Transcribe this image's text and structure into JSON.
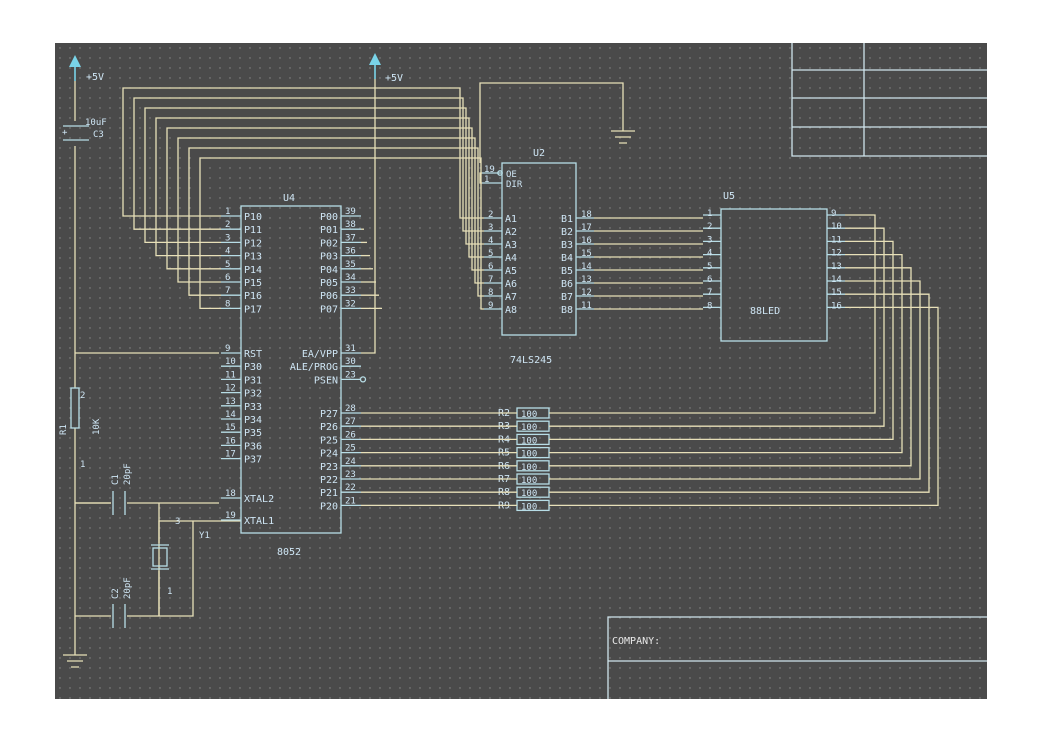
{
  "power": {
    "vcc_left": "+5V",
    "vcc_right": "+5V"
  },
  "c3": {
    "ref": "C3",
    "value": "10uF",
    "plus": "+"
  },
  "r1": {
    "ref": "R1",
    "value": "10K",
    "pin_top": "2",
    "pin_bottom": "1"
  },
  "c1": {
    "ref": "C1",
    "value": "20pF"
  },
  "c2": {
    "ref": "C2",
    "value": "20pF"
  },
  "y1": {
    "ref": "Y1",
    "pin_top": "3",
    "pin_bottom": "1"
  },
  "u4": {
    "ref": "U4",
    "part": "8052",
    "p1": [
      {
        "num": "1",
        "name": "P10"
      },
      {
        "num": "2",
        "name": "P11"
      },
      {
        "num": "3",
        "name": "P12"
      },
      {
        "num": "4",
        "name": "P13"
      },
      {
        "num": "5",
        "name": "P14"
      },
      {
        "num": "6",
        "name": "P15"
      },
      {
        "num": "7",
        "name": "P16"
      },
      {
        "num": "8",
        "name": "P17"
      }
    ],
    "p3": [
      {
        "num": "9",
        "name": "RST"
      },
      {
        "num": "10",
        "name": "P30"
      },
      {
        "num": "11",
        "name": "P31"
      },
      {
        "num": "12",
        "name": "P32"
      },
      {
        "num": "13",
        "name": "P33"
      },
      {
        "num": "14",
        "name": "P34"
      },
      {
        "num": "15",
        "name": "P35"
      },
      {
        "num": "16",
        "name": "P36"
      },
      {
        "num": "17",
        "name": "P37"
      }
    ],
    "xtal": [
      {
        "num": "18",
        "name": "XTAL2"
      },
      {
        "num": "19",
        "name": "XTAL1"
      }
    ],
    "p0": [
      {
        "num": "39",
        "name": "P00"
      },
      {
        "num": "38",
        "name": "P01"
      },
      {
        "num": "37",
        "name": "P02"
      },
      {
        "num": "36",
        "name": "P03"
      },
      {
        "num": "35",
        "name": "P04"
      },
      {
        "num": "34",
        "name": "P05"
      },
      {
        "num": "33",
        "name": "P06"
      },
      {
        "num": "32",
        "name": "P07"
      }
    ],
    "ctrl": [
      {
        "num": "31",
        "name": "EA/VPP"
      },
      {
        "num": "30",
        "name": "ALE/PROG"
      },
      {
        "num": "23",
        "name": "PSEN"
      }
    ],
    "p2": [
      {
        "num": "28",
        "name": "P27"
      },
      {
        "num": "27",
        "name": "P26"
      },
      {
        "num": "26",
        "name": "P25"
      },
      {
        "num": "25",
        "name": "P24"
      },
      {
        "num": "24",
        "name": "P23"
      },
      {
        "num": "23",
        "name": "P22"
      },
      {
        "num": "22",
        "name": "P21"
      },
      {
        "num": "21",
        "name": "P20"
      }
    ]
  },
  "u2": {
    "ref": "U2",
    "part": "74LS245",
    "ctrl": [
      {
        "num": "19",
        "name": "OE"
      },
      {
        "num": "1",
        "name": "DIR"
      }
    ],
    "a": [
      {
        "num": "2",
        "name": "A1"
      },
      {
        "num": "3",
        "name": "A2"
      },
      {
        "num": "4",
        "name": "A3"
      },
      {
        "num": "5",
        "name": "A4"
      },
      {
        "num": "6",
        "name": "A5"
      },
      {
        "num": "7",
        "name": "A6"
      },
      {
        "num": "8",
        "name": "A7"
      },
      {
        "num": "9",
        "name": "A8"
      }
    ],
    "b": [
      {
        "num": "18",
        "name": "B1"
      },
      {
        "num": "17",
        "name": "B2"
      },
      {
        "num": "16",
        "name": "B3"
      },
      {
        "num": "15",
        "name": "B4"
      },
      {
        "num": "14",
        "name": "B5"
      },
      {
        "num": "13",
        "name": "B6"
      },
      {
        "num": "12",
        "name": "B7"
      },
      {
        "num": "11",
        "name": "B8"
      }
    ]
  },
  "u5": {
    "ref": "U5",
    "part": "88LED",
    "left": [
      "1",
      "2",
      "3",
      "4",
      "5",
      "6",
      "7",
      "8"
    ],
    "right": [
      "9",
      "10",
      "11",
      "12",
      "13",
      "14",
      "15",
      "16"
    ]
  },
  "resistors": [
    {
      "ref": "R2",
      "value": "100"
    },
    {
      "ref": "R3",
      "value": "100"
    },
    {
      "ref": "R4",
      "value": "100"
    },
    {
      "ref": "R5",
      "value": "100"
    },
    {
      "ref": "R6",
      "value": "100"
    },
    {
      "ref": "R7",
      "value": "100"
    },
    {
      "ref": "R8",
      "value": "100"
    },
    {
      "ref": "R9",
      "value": "100"
    }
  ],
  "title_block": {
    "company_label": "COMPANY:"
  }
}
